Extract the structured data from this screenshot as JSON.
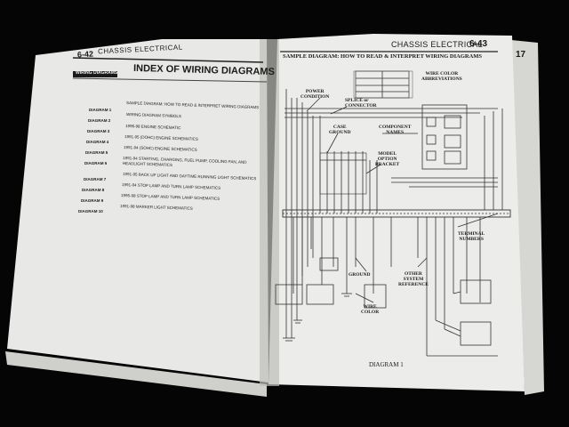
{
  "left_page": {
    "header_page_number": "6-42",
    "header_title": "CHASSIS ELECTRICAL",
    "section_tab": "WIRING DIAGRAMS",
    "heading": "INDEX OF WIRING DIAGRAMS",
    "index_rows": [
      {
        "label": "DIAGRAM 1",
        "desc": "SAMPLE DIAGRAM: HOW TO READ & INTERPRET WIRING DIAGRAMS"
      },
      {
        "label": "DIAGRAM 2",
        "desc": "WIRING DIAGRAM SYMBOLS"
      },
      {
        "label": "DIAGRAM 3",
        "desc": "1996-98 ENGINE SCHEMATIC"
      },
      {
        "label": "DIAGRAM 4",
        "desc": "1991-95 (DOHC) ENGINE SCHEMATICS"
      },
      {
        "label": "DIAGRAM 5",
        "desc": "1991-94 (SOHC) ENGINE SCHEMATICS"
      },
      {
        "label": "DIAGRAM 6",
        "desc": "1991-94 STARTING, CHARGING, FUEL PUMP, COOLING FAN, AND HEADLIGHT SCHEMATICS"
      },
      {
        "label": "DIAGRAM 7",
        "desc": "1991-95 BACK UP LIGHT AND DAYTIME RUNNING LIGHT SCHEMATICS"
      },
      {
        "label": "DIAGRAM 8",
        "desc": "1991-94 STOP LAMP AND TURN LAMP SCHEMATICS"
      },
      {
        "label": "DIAGRAM 9",
        "desc": "1995-98 STOP LAMP AND TURN LAMP SCHEMATICS"
      },
      {
        "label": "DIAGRAM 10",
        "desc": "1991-98 MARKER LIGHT SCHEMATICS"
      }
    ]
  },
  "right_page": {
    "header_title": "CHASSIS ELECTRICAL",
    "header_page_number": "6-43",
    "edge_number": "17",
    "diagram_title": "SAMPLE DIAGRAM: HOW TO READ & INTERPRET WIRING DIAGRAMS",
    "callouts": {
      "power": "POWER\nCONDITION",
      "splice": "SPLICE or\nCONNECTOR",
      "wire_color_abbrev": "WIRE COLOR\nABBREVIATIONS",
      "case_ground": "CASE\nGROUND",
      "component_names": "COMPONENT\nNAMES",
      "model_option": "MODEL\nOPTION\nBRACKET",
      "terminal_numbers": "TERMINAL\nNUMBERS",
      "ground": "GROUND",
      "other_system": "OTHER\nSYSTEM\nREFERENCE",
      "wire_color": "WIRE\nCOLOR"
    },
    "caption": "DIAGRAM 1"
  },
  "colors": {
    "background": "#050505",
    "paper": "#e9e9e7",
    "ink": "#1a1a1a"
  }
}
